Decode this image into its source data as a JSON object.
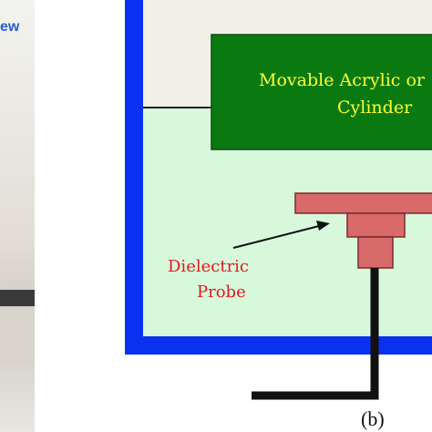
{
  "photo_panel": {
    "visible_text": "ew"
  },
  "diagram": {
    "cylinder_label_line1": "Movable Acrylic or",
    "cylinder_label_line2": "Cylinder",
    "probe_label_line1": "Dielectric",
    "probe_label_line2": "Probe",
    "panel_label": "(b)"
  },
  "colors": {
    "tank_wall": "#0a30f0",
    "liquid": "#d8f8dc",
    "air_gap": "#efefe6",
    "cylinder": "#0a7a10",
    "cylinder_text": "#ffff33",
    "probe_fill": "#d86a6a",
    "probe_stroke": "#7a2a2a",
    "probe_label": "#e01a1a",
    "cable": "#111111"
  }
}
